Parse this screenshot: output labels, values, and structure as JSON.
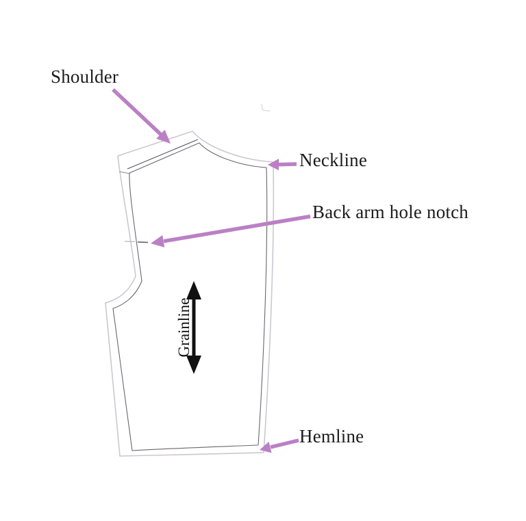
{
  "diagram": {
    "type": "sewing-pattern-callout-diagram",
    "subject": "back bodice pattern piece",
    "labels": {
      "shoulder": "Shoulder",
      "neckline": "Neckline",
      "back_arm_hole_notch": "Back arm hole notch",
      "hemline": "Hemline",
      "grainline": "Grainline"
    },
    "annotations": [
      {
        "label": "Shoulder",
        "arrow": "points down-right to shoulder seam edge"
      },
      {
        "label": "Neckline",
        "arrow": "points left to neckline corner"
      },
      {
        "label": "Back arm hole notch",
        "arrow": "points down-left to notch tick on armhole edge"
      },
      {
        "label": "Hemline",
        "arrow": "points down-left to bottom hem corner"
      },
      {
        "label": "Grainline",
        "arrow": "vertical double-headed arrow inside pattern"
      }
    ],
    "icons": {
      "annotation_arrow": "solid purple arrow with triangular head",
      "grainline_arrow": "black vertical double-headed arrow"
    },
    "colors": {
      "background": "#ffffff",
      "annotation_arrow": "#ba80c4",
      "grainline_arrow": "#111111",
      "label_text": "#1c1c1c",
      "pattern_cut_line": "#cbc7cf",
      "pattern_seam_line": "#6a666e"
    }
  }
}
